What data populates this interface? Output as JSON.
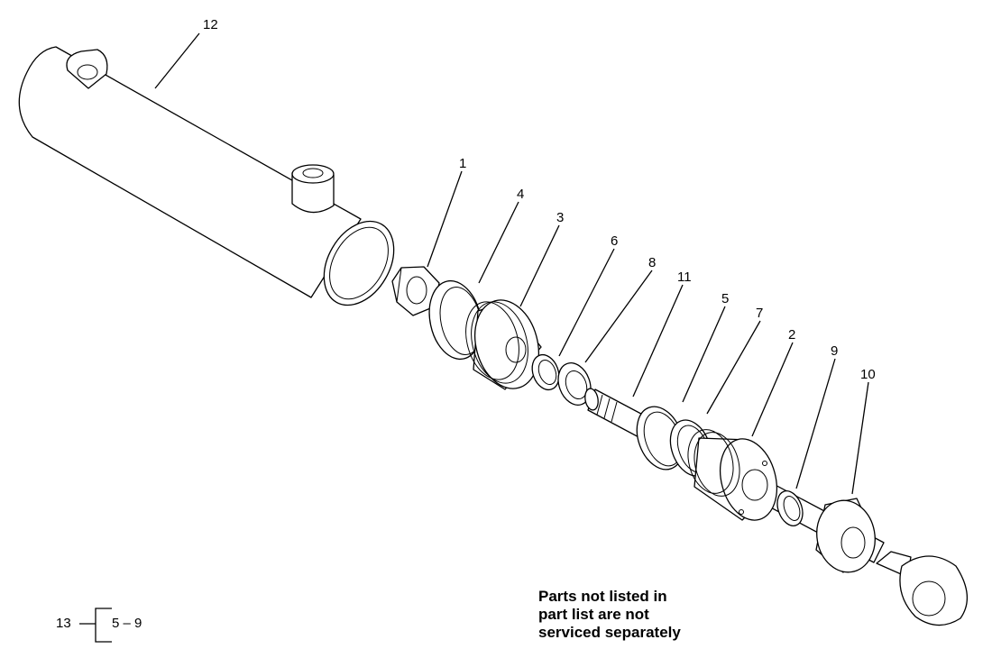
{
  "callouts": {
    "c1": "1",
    "c2": "2",
    "c3": "3",
    "c4": "4",
    "c5": "5",
    "c6": "6",
    "c7": "7",
    "c8": "8",
    "c9": "9",
    "c10": "10",
    "c11": "11",
    "c12": "12"
  },
  "note": {
    "line1": "Parts not listed in",
    "line2": "part list are not",
    "line3": "serviced separately"
  },
  "kit": {
    "number": "13",
    "range": "5 – 9"
  }
}
